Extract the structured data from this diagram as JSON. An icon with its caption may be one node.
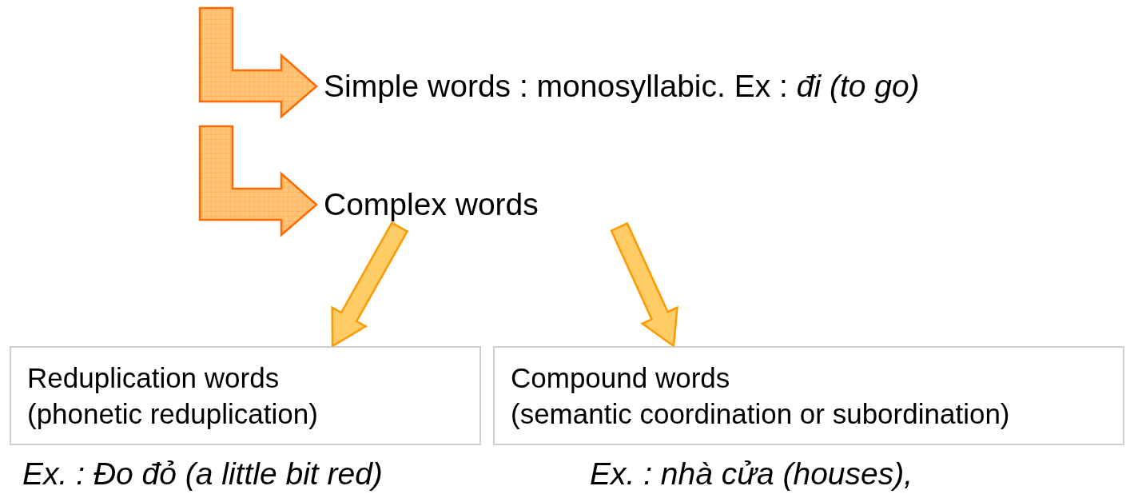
{
  "diagram": {
    "nodes": [
      {
        "text": [
          "Simple words : monosyllabic. Ex : *đi (to go)*"
        ]
      },
      {
        "text": [
          "Complex words"
        ]
      },
      {
        "text": [
          "Reduplication words",
          "(phonetic reduplication)"
        ],
        "beside": [
          "Ex. : Đo đỏ (a little bit red)"
        ]
      },
      {
        "text": [
          "Compound words",
          "(semantic coordination or subordination)"
        ],
        "beside": [
          "Ex. : nhà cửa (houses),"
        ]
      }
    ],
    "edges": [
      {
        "from": null,
        "to": 0,
        "arrow": "to",
        "style": "thick",
        "color": "#ff6a00"
      },
      {
        "from": null,
        "to": 1,
        "arrow": "to",
        "style": "thick",
        "color": "#ff6a00"
      },
      {
        "from": 1,
        "to": 2,
        "arrow": "to",
        "style": "thick",
        "color": "#ff9900"
      },
      {
        "from": 1,
        "to": 3,
        "arrow": "to",
        "style": "thick",
        "color": "#ff9900"
      }
    ]
  }
}
